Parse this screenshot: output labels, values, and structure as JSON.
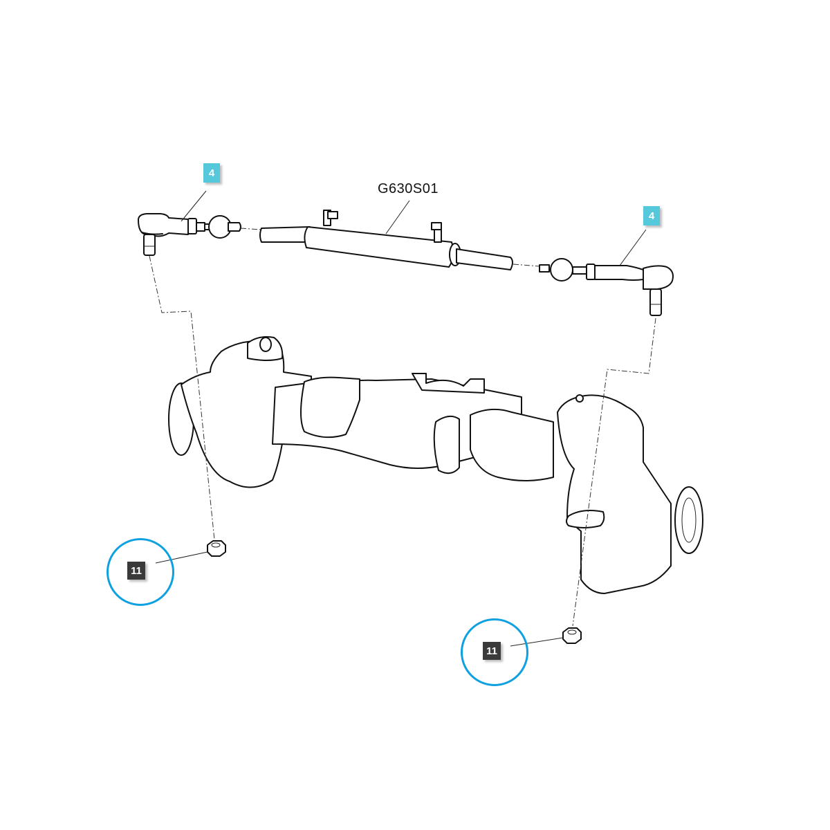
{
  "diagram": {
    "title_code": "G630S01",
    "callouts": [
      {
        "id": "tie-rod-left",
        "number": "4",
        "style": "cyan"
      },
      {
        "id": "tie-rod-right",
        "number": "4",
        "style": "cyan"
      },
      {
        "id": "nut-left",
        "number": "11",
        "style": "dark",
        "highlighted": true
      },
      {
        "id": "nut-right",
        "number": "11",
        "style": "dark",
        "highlighted": true
      }
    ],
    "parts": [
      {
        "name": "steering-cylinder",
        "label": "G630S01"
      },
      {
        "name": "tie-rod-end-left",
        "ref": "4"
      },
      {
        "name": "tie-rod-end-right",
        "ref": "4"
      },
      {
        "name": "castle-nut-left",
        "ref": "11"
      },
      {
        "name": "castle-nut-right",
        "ref": "11"
      },
      {
        "name": "front-axle-housing"
      }
    ],
    "colors": {
      "callout_cyan": "#56c8dc",
      "callout_dark": "#3a3a3a",
      "highlight_ring": "#0ea0e0",
      "line_art": "#111111"
    }
  }
}
